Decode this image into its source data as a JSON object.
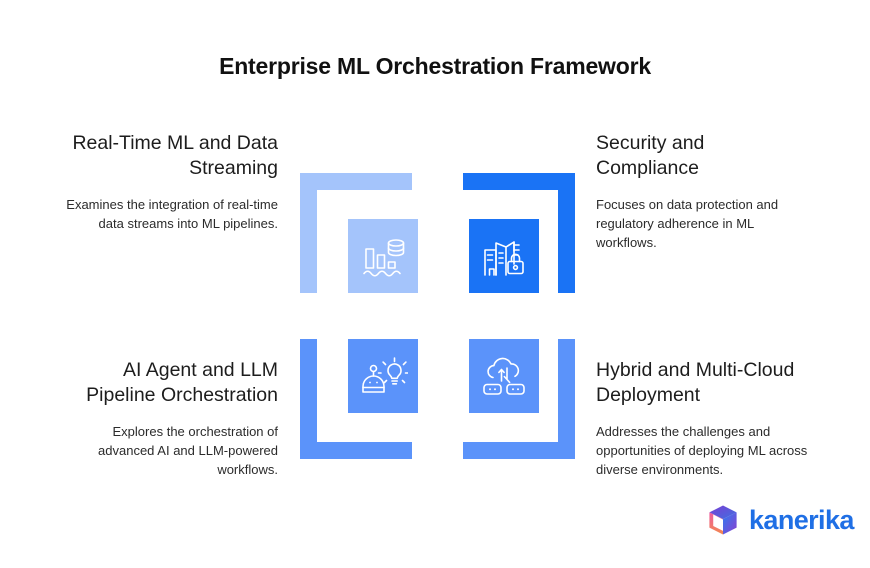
{
  "title": "Enterprise ML Orchestration Framework",
  "colors": {
    "background": "#ffffff",
    "blue_light": "#a4c4fb",
    "blue_mid": "#5b93fa",
    "blue_strong": "#1a73f5",
    "icon_stroke": "#ffffff",
    "title_text": "#111111",
    "body_text": "#2b2b2b",
    "logo_blue": "#1f6fe5",
    "logo_purple": "#7b3fd4",
    "logo_pink": "#ef5ba1"
  },
  "quadrants": [
    {
      "id": "top-left",
      "heading": "Real-Time ML and Data Streaming",
      "body": "Examines the integration of real-time data streams into ML pipelines.",
      "icon": "bar-chart-database-icon",
      "color": "#a4c4fb",
      "bracket": "top-left"
    },
    {
      "id": "top-right",
      "heading": "Security and Compliance",
      "body": "Focuses on data protection and regulatory adherence in ML workflows.",
      "icon": "buildings-padlock-icon",
      "color": "#1a73f5",
      "bracket": "top-right"
    },
    {
      "id": "bottom-left",
      "heading": "AI Agent and LLM Pipeline Orchestration",
      "body": "Explores the orchestration of advanced AI and LLM-powered workflows.",
      "icon": "robot-lightbulb-icon",
      "color": "#5b93fa",
      "bracket": "bottom-left"
    },
    {
      "id": "bottom-right",
      "heading": "Hybrid and Multi-Cloud Deployment",
      "body": "Addresses the challenges and opportunities of deploying ML across diverse environments.",
      "icon": "cloud-servers-sync-icon",
      "color": "#5b93fa",
      "bracket": "bottom-right"
    }
  ],
  "logo": {
    "name": "kanerika",
    "mark": "kanerika-cube-icon"
  }
}
